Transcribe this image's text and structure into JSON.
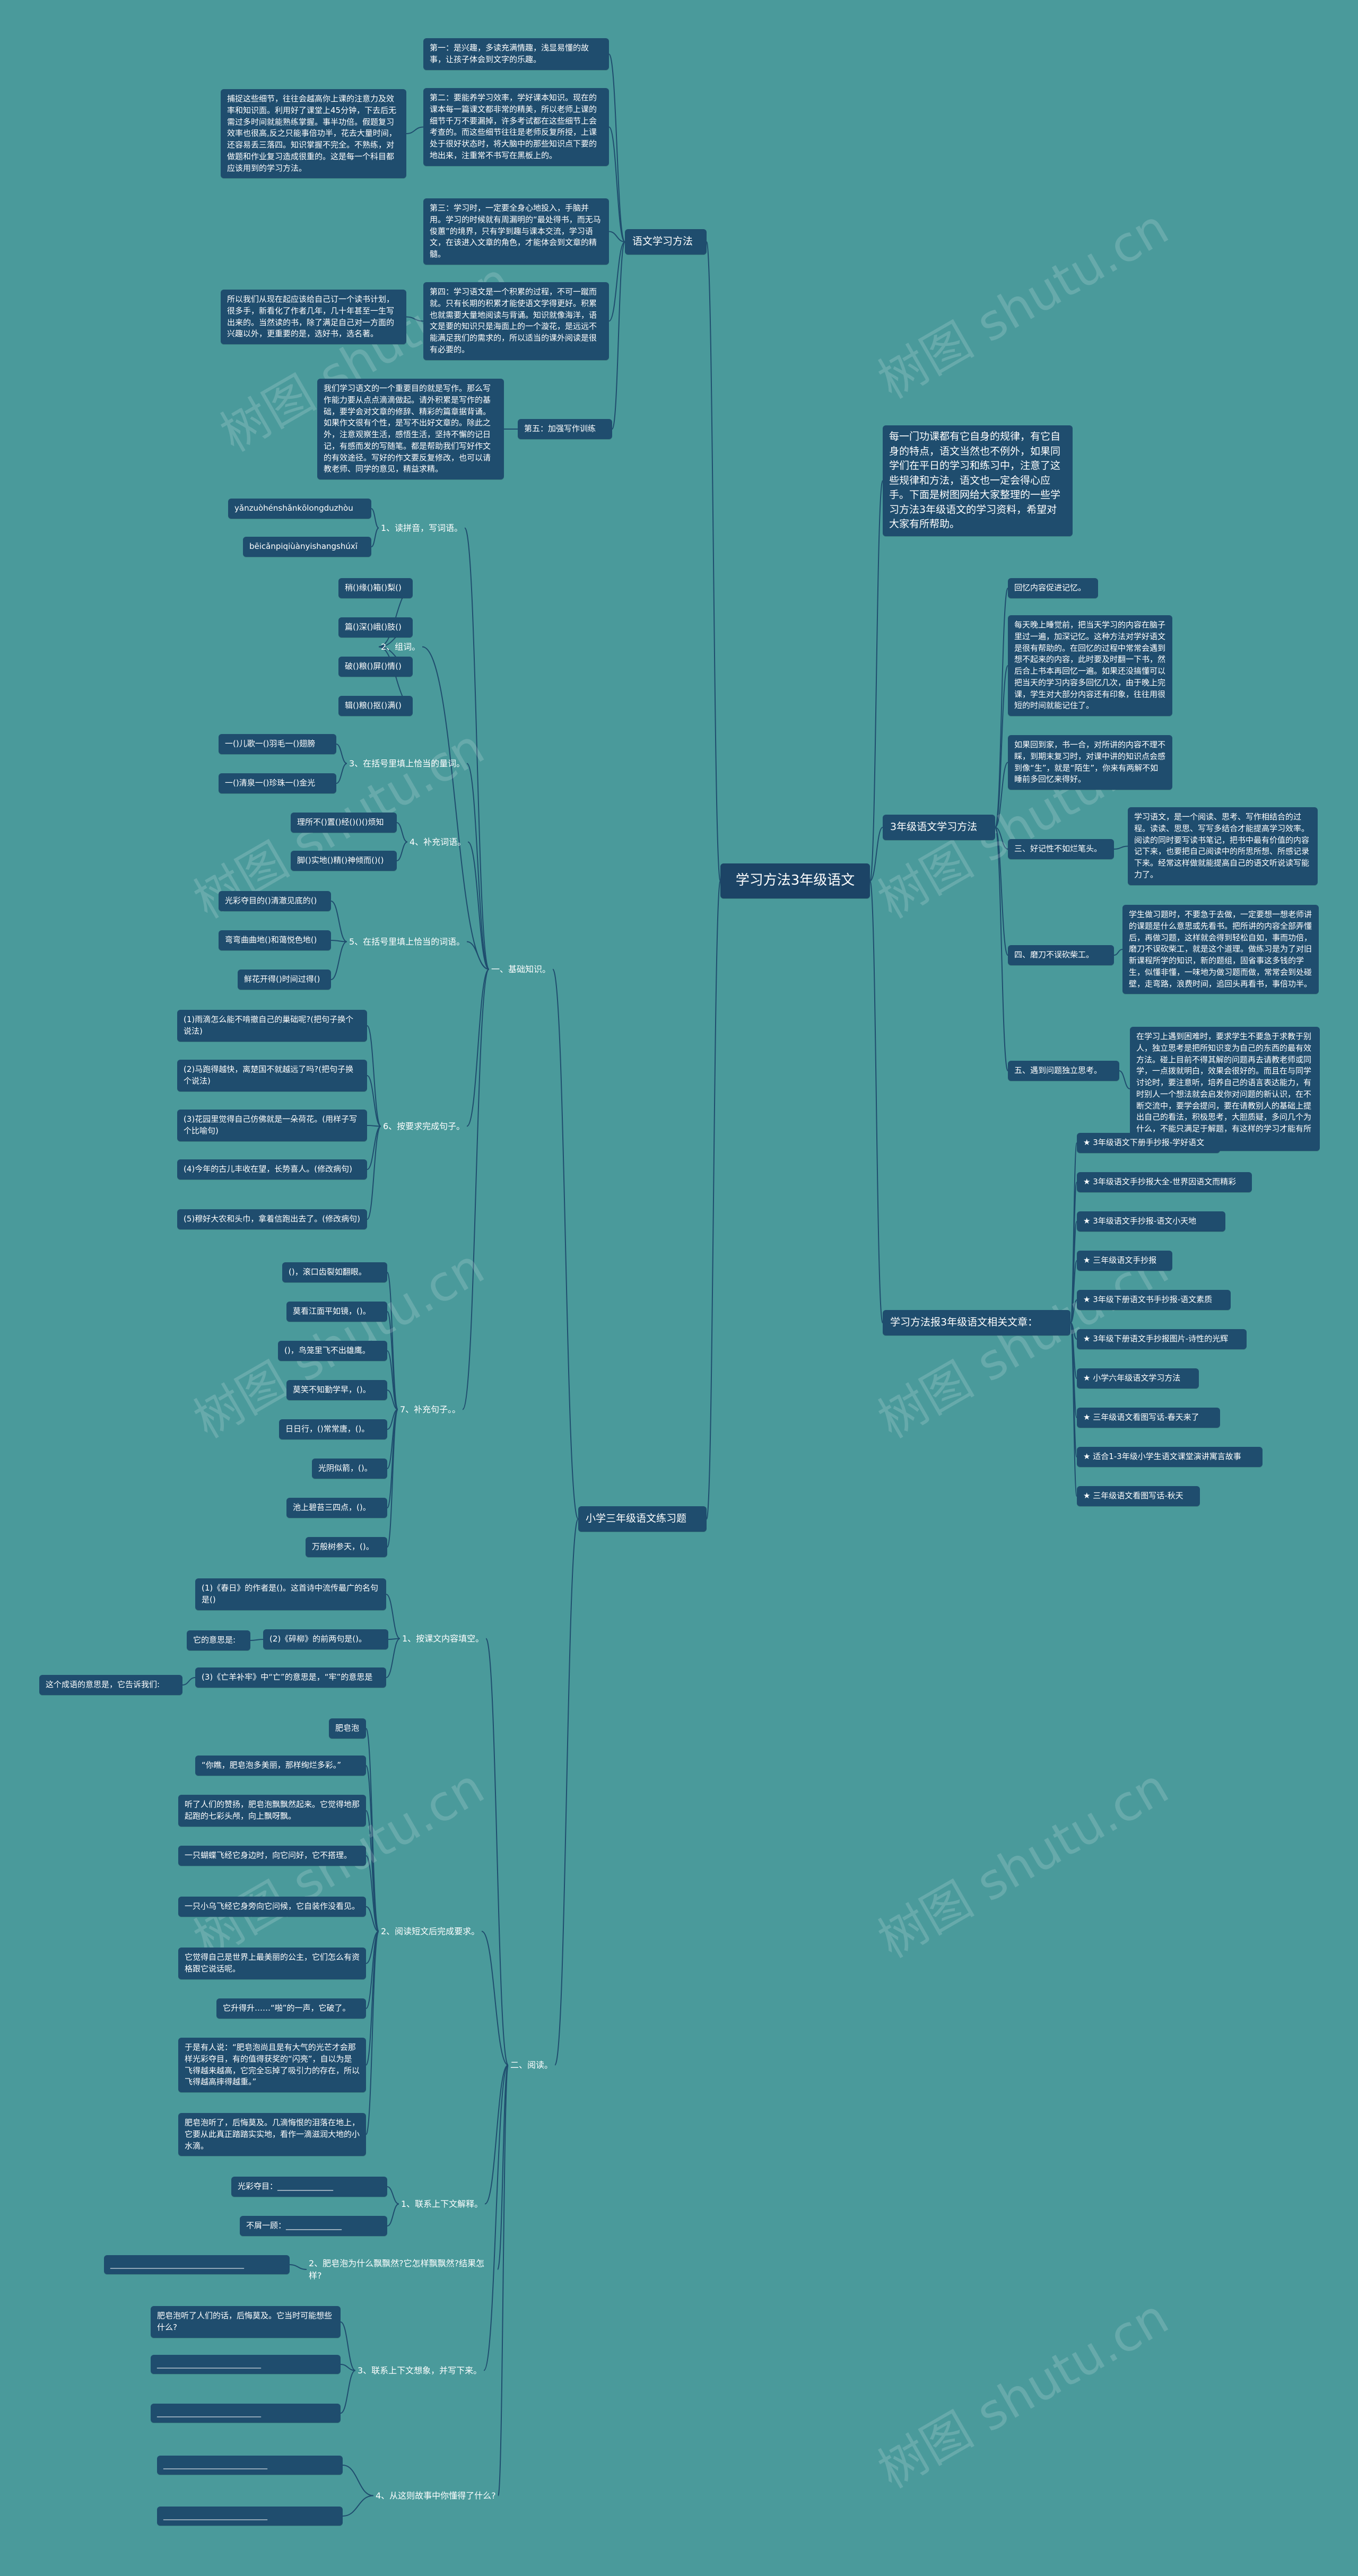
{
  "watermark": "树图 shutu.cn",
  "root": "学习方法3年级语文",
  "intro": "每一门功课都有它自身的规律，有它自身的特点，语文当然也不例外，如果同学们在平日的学习和练习中，注意了这些规律和方法，语文也一定会得心应手。下面是树图网给大家整理的一些学习方法3年级语文的学习资料，希望对大家有所帮助。",
  "right": {
    "method": {
      "title": "3年级语文学习方法",
      "items": [
        "回忆内容促进记忆。",
        "每天晚上睡觉前，把当天学习的内容在脑子里过一遍，加深记忆。这种方法对学好语文是很有帮助的。在回忆的过程中常常会遇到想不起来的内容，此时要及时翻一下书，然后合上书本再回忆一遍。如果还没搞懂可以把当天的学习内容多回忆几次，由于晚上完课，学生对大部分内容还有印象，往往用很短的时间就能记住了。",
        "如果回到家，书一合，对所讲的内容不理不睬，到期末复习时，对课中讲的知识点会感到像“生”，就是“陌生”，你来有两解不如睡前多回忆来得好。",
        "三、好记性不如烂笔头。",
        "学习语文，是一个阅读、思考、写作相结合的过程。读读、思思、写写多结合才能提高学习效率。阅读的同时要写读书笔记，把书中最有价值的内容记下来，也要把自己阅读中的所思所想、所感记录下来。经常这样做就能提高自己的语文听说读写能力了。",
        "四、磨刀不误砍柴工。",
        "学生做习题时，不要急于去做，一定要想一想老师讲的课题是什么意思或先看书。把所讲的内容全部弄懂后，再做习题，这样就会得到轻松自如，事而功倍，磨刀不误砍柴工，就是这个道理。做练习是为了对旧新课程所学的知识，新的题组，固省事这多钱的学生，似懂非懂，一味地为做习题而做，常常会到处碰壁，走弯路，浪费时间，追回头再看书，事倍功半。",
        "五、遇到问题独立思考。",
        "在学习上遇到困难时，要求学生不要急于求教于别人，独立思考是把所知识变为自己的东西的最有效方法。碰上目前不得其解的问题再去请教老师或同学，一点拨就明白，效果会很好的。而且在与同学讨论时，要注意听，培养自己的语言表达能力，有时别人一个想法就会启发你对问题的新认识，在不断交流中，要学会提问，要在请教别人的基础上提出自己的看法，积极思考，大胆质疑，多问几个为什么，不能只满足于解题，有这样的学习才能有所提高。"
      ]
    },
    "related": {
      "title": "学习方法报3年级语文相关文章：",
      "items": [
        "★ 3年级语文下册手抄报-学好语文",
        "★ 3年级语文手抄报大全-世界因语文而精彩",
        "★ 3年级语文手抄报-语文小天地",
        "★ 三年级语文手抄报",
        "★ 3年级下册语文书手抄报-语文素质",
        "★ 3年级下册语文手抄报图片-诗性的光辉",
        "★ 小学六年级语文学习方法",
        "★ 三年级语文看图写话-春天来了",
        "★ 适合1-3年级小学生语文课堂演讲寓言故事",
        "★ 三年级语文看图写话-秋天"
      ]
    }
  },
  "left": {
    "study": {
      "title": "语文学习方法",
      "items": [
        "第一：是兴趣，多读充满情趣，浅显易懂的故事，让孩子体会到文字的乐趣。",
        "第二：要能养学习效率，学好课本知识。现在的课本每一篇课文都非常的精美，所以老师上课的细节千万不要漏掉，许多考试都在这些细节上会考查的。而这些细节往往是老师反复所授，上课处于很好状态时，将大脑中的那些知识点下要的地出来，注重常不书写在黑板上的。",
        "第三：学习时，一定要全身心地投入，手脑并用。学习的时候就有周漏明的“最处得书，而无马俊蕙”的境界，只有学到趣与课本交流，学习语文，在该进入文章的角色，才能体会到文章的精髓。",
        "第四：学习语文是一个积累的过程，不可一蹴而就。只有长期的积累才能使语文学得更好。积累也就需要大量地阅读与背诵。知识就像海洋，语文是要的知识只是海面上的一个漩花，是远远不能满足我们的需求的，所以适当的课外阅读是很有必要的。",
        "第五：加强写作训练"
      ],
      "notes": [
        "捕捉这些细节，往往会越高你上课的注意力及效率和知识面。利用好了课堂上45分钟，下去后无需过多时间就能熟练掌握。事半功倍。假题复习效率也很高,反之只能事倍功半，花去大量时间，还容易丢三落四。知识掌握不完全。不熟练，对做题和作业复习造成很重的。这是每一个科目都应该用到的学习方法。",
        "所以我们从现在起应该给自己订一个读书计划，很多手，新看化了作者几年，几十年甚至一生写出来的。当然读的书，除了满足自己对一方面的兴趣以外，更重要的是，选好书，选名著。",
        "我们学习语文的一个重要目的就是写作。那么写作能力要从点点滴滴做起。请外积累是写作的基础，要学会对文章的修辞、精彩的篇章据背诵。如果作文很有个性，是写不出好文章的。除此之外，注意观察生活，感悟生活，坚持不懈的记日记，有感而发的写随笔。都是帮助我们写好作文的有效途径。写好的作文要反复修改，也可以请教老师、同学的意见，精益求精。"
      ]
    },
    "practice": {
      "title": "小学三年级语文练习题",
      "basic": {
        "title": "一、基础知识。",
        "pinyin": {
          "title": "1、读拼音，写词语。",
          "items": [
            "yǎnzuòhénshǎnkōlongduzhòu",
            "bēicǎnpiqiùànyishangshúxī"
          ]
        },
        "group": {
          "title": "2、组词。",
          "items": [
            "稍()缘()箱()梨()",
            "篇()深()峨()肢()",
            "破()粮()屏()情()",
            "辑()粮()抠()满()"
          ]
        },
        "fill": {
          "title": "3、在括号里填上恰当的量词。",
          "items": [
            "一()儿歌一()羽毛一()翅膀",
            "一()清泉一()珍珠一()金光"
          ]
        },
        "complete": {
          "title": "4、补充词语。",
          "items": [
            "理所不()置()经()()()烦知",
            "脚()实地()精()神倾而()()"
          ]
        },
        "words": {
          "title": "5、在括号里填上恰当的词语。",
          "items": [
            "光彩夺目的()清澈见底的()",
            "弯弯曲曲地()和蔼悦色地()",
            "鲜花开得()时间过得()"
          ]
        },
        "sentence": {
          "title": "6、按要求完成句子。",
          "items": [
            "(1)雨滴怎么能不啃撤自己的巢础呢?(把句子换个说法)",
            "(2)马跑得越快，离楚国不就越远了吗?(把句子换个说法)",
            "(3)花园里觉得自己仿佛就是一朵荷花。(用样子写个比喻句)",
            "(4)今年的古儿丰收在望，长势喜人。(修改病句)",
            "(5)穆好大农和头巾，拿着信跑出去了。(修改病句)"
          ]
        },
        "supplement": {
          "title": "7、补充句子。。",
          "items": [
            "()，滚口齿裂如翻眼。",
            "莫看江面平如镜，()。",
            "()，鸟笼里飞不出雄鹰。",
            "莫笑不知勤学早，()。",
            "日日行，()常常唐，()。",
            "光阴似箭，()。",
            "池上碧苔三四点，()。",
            "万般树参天，()。"
          ]
        }
      },
      "reading": {
        "title": "二、阅读。",
        "fill_in": {
          "title": "1、按课文内容填空。",
          "items": [
            "(1)《春日》的作者是()。这首诗中流传最广的名句是()",
            "(2)《碎柳》的前两句是()。",
            "(3)《亡羊补牢》中“亡”的意思是，“牢”的意思是",
            "它的意思是:",
            "这个成语的意思是，它告诉我们:"
          ]
        },
        "passage": {
          "title": "2、阅读短文后完成要求。",
          "items": [
            "肥皂泡",
            "“你瞧，肥皂泡多美丽，那样绚烂多彩。”",
            "听了人们的赞扬，肥皂泡飘飘然起来。它觉得地那起跑的七彩头颅，向上飘呀飘。",
            "一只蝴蝶飞经它身边时，向它问好，它不搭理。",
            "一只小乌飞经它身旁向它问候，它自装作没看见。",
            "它觉得自己是世界上最美丽的公主，它们怎么有资格跟它说话呢。",
            "它升得升……“啪”的一声，它破了。",
            "于是有人说：“肥皂泡尚且是有大气的光芒才会那样光彩夺目，有的值得获奖的“闪亮”，自以为是飞得越来越高，它完全忘掉了吸引力的存在，所以飞得越高摔得越重。”",
            "肥皂泡听了，后悔莫及。几滴悔恨的泪落在地上，它要从此真正踏踏实实地，看作一滴滋润大地的小水滴。"
          ]
        },
        "q1": {
          "title": "1、联系上下文解释。",
          "items": [
            "光彩夺目：______________",
            "不屑一顾：______________"
          ]
        },
        "q2": {
          "title": "2、肥皂泡为什么飘飘然?它怎样飘飘然?结果怎样?",
          "items": [
            "____________________________________"
          ]
        },
        "q3": {
          "title": "3、联系上下文想象，并写下来。",
          "items": [
            "肥皂泡听了人们的话，后悔莫及。它当时可能想些什么?",
            "____________________________",
            "____________________________"
          ]
        },
        "q4": {
          "title": "4、从这则故事中你懂得了什么?",
          "items": [
            "____________________________",
            "____________________________"
          ]
        }
      }
    }
  }
}
